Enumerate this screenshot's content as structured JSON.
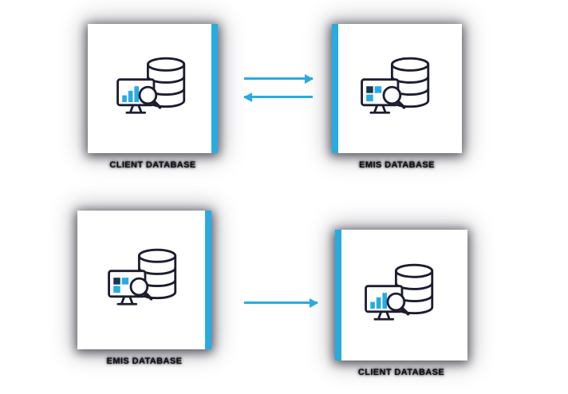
{
  "diagram": {
    "background_color": "#ffffff",
    "accent_color": "#29abe2",
    "outline_color": "#1d1d30",
    "cards": [
      {
        "position": "top-left",
        "label": "CLIENT DATABASE",
        "icon": "database-monitor-barchart-magnifier-icon",
        "accent_side": "right"
      },
      {
        "position": "top-right",
        "label": "EMIS DATABASE",
        "icon": "database-monitor-blocks-magnifier-icon",
        "accent_side": "left"
      },
      {
        "position": "bottom-left",
        "label": "EMIS DATABASE",
        "icon": "database-monitor-blocks-magnifier-icon",
        "accent_side": "right"
      },
      {
        "position": "bottom-right",
        "label": "CLIENT DATABASE",
        "icon": "database-monitor-barchart-magnifier-icon",
        "accent_side": "left"
      }
    ],
    "arrows": [
      {
        "row": "top",
        "direction": "right"
      },
      {
        "row": "top",
        "direction": "left"
      },
      {
        "row": "bottom",
        "direction": "right"
      }
    ]
  }
}
